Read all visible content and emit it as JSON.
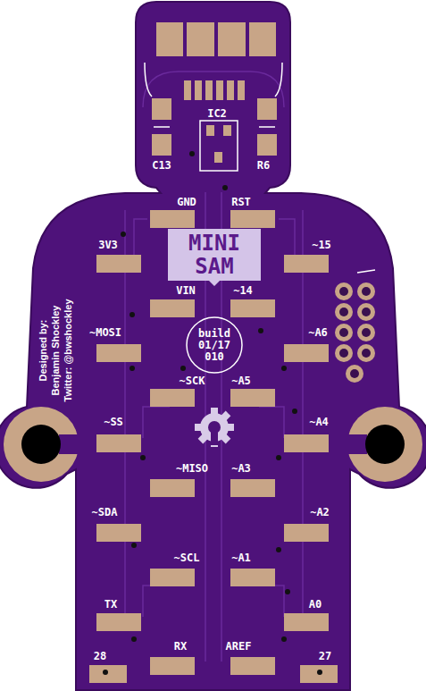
{
  "diagram": {
    "nodes": [
      {
        "text": [
          "MINI SAM"
        ]
      },
      {
        "text": [
          "build 01/17 010"
        ]
      }
    ],
    "labels": [
      "IC2",
      "C13",
      "R6",
      "GND",
      "RST",
      "3V3",
      "~15",
      "VIN",
      "~14",
      "~MOSI",
      "~A6",
      "~SCK",
      "~A5",
      "~SS",
      "~A4",
      "~MISO",
      "~A3",
      "~SDA",
      "~A2",
      "~SCL",
      "~A1",
      "TX",
      "A0",
      "28",
      "RX",
      "AREF",
      "27",
      "Designed by:",
      "Benjamin Shockley",
      "Twitter: @bwshockley"
    ]
  }
}
